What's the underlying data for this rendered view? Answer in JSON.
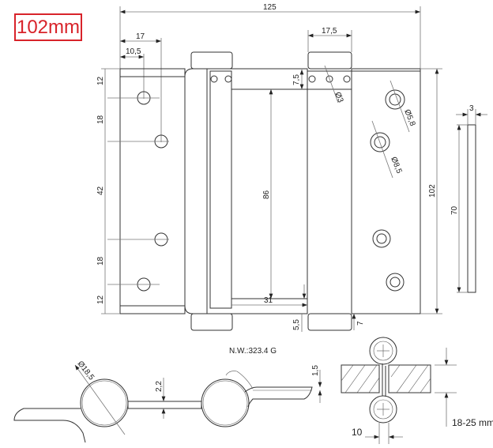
{
  "badge": {
    "label": "102mm",
    "color": "#d8232a"
  },
  "front_view": {
    "overall_width": "125",
    "hole_offset_1": "17",
    "hole_offset_2": "10,5",
    "knuckle_width": "17,5",
    "vertical_spacing": [
      "12",
      "18",
      "42",
      "18",
      "12"
    ],
    "spring_length": "86",
    "top_offset": "7,5",
    "small_hole": "Ø3",
    "hole_1": "Ø5,8",
    "hole_2": "Ø8,5",
    "height": "102",
    "gap_width": "31",
    "bottom_offset": "5,5",
    "bottom_right": "7"
  },
  "side_view": {
    "thickness": "3",
    "length": "70"
  },
  "weight": "N.W.:323.4 G",
  "section_view": {
    "barrel_diameter": "Ø18,5",
    "web_thickness": "2,2",
    "leaf_thickness": "1,5"
  },
  "install_view": {
    "door_thickness": "18-25 mm",
    "gap": "10"
  }
}
